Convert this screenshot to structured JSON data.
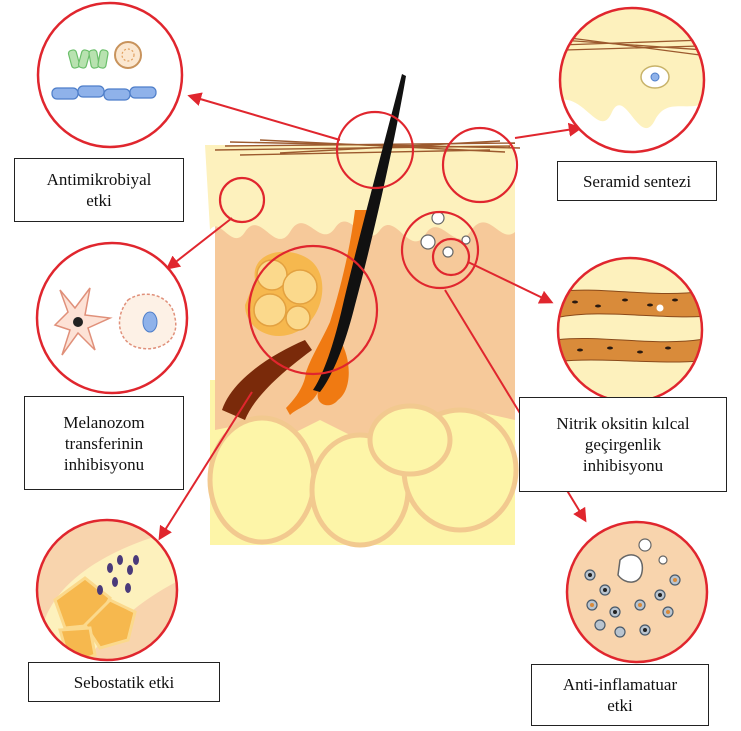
{
  "labels": {
    "antimicrobial": [
      "Antimikrobiyal",
      "etki"
    ],
    "ceramide": [
      "Seramid sentezi"
    ],
    "melanosome": [
      "Melanozom",
      "transferinin",
      "inhibisyonu"
    ],
    "nitric_oxide": [
      "Nitrik oksitin kılcal",
      "geçirgenlik",
      "inhibisyonu"
    ],
    "sebostatic": [
      "Sebostatik etki"
    ],
    "anti_inflammatory": [
      "Anti-inflamatuar",
      "etki"
    ]
  },
  "colors": {
    "circle_stroke": "#e0262e",
    "arrow": "#e0262e",
    "epidermis": "#fdf1bd",
    "dermis": "#f6c99a",
    "fat": "#fdf5a8",
    "hair": "#111111",
    "follicle": "#f07a12",
    "sebaceous_gland": "#f6b84e",
    "gland_duct": "#7a2a0a"
  }
}
